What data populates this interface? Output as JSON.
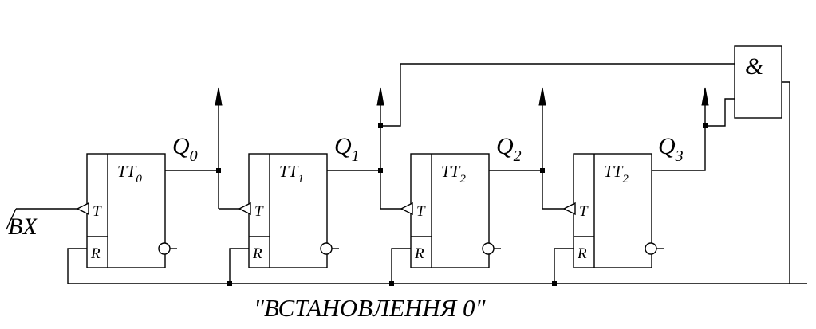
{
  "input_label": "BX",
  "reset_label": "\"ВСТАНОВЛЕННЯ 0\"",
  "and_gate_label": "&",
  "flip_flops": [
    {
      "name_main": "TT",
      "name_sub": "0",
      "t_label": "T",
      "r_label": "R",
      "output_main": "Q",
      "output_sub": "0"
    },
    {
      "name_main": "TT",
      "name_sub": "1",
      "t_label": "T",
      "r_label": "R",
      "output_main": "Q",
      "output_sub": "1"
    },
    {
      "name_main": "TT",
      "name_sub": "2",
      "t_label": "T",
      "r_label": "R",
      "output_main": "Q",
      "output_sub": "2"
    },
    {
      "name_main": "TT",
      "name_sub": "2",
      "t_label": "T",
      "r_label": "R",
      "output_main": "Q",
      "output_sub": "3"
    }
  ]
}
